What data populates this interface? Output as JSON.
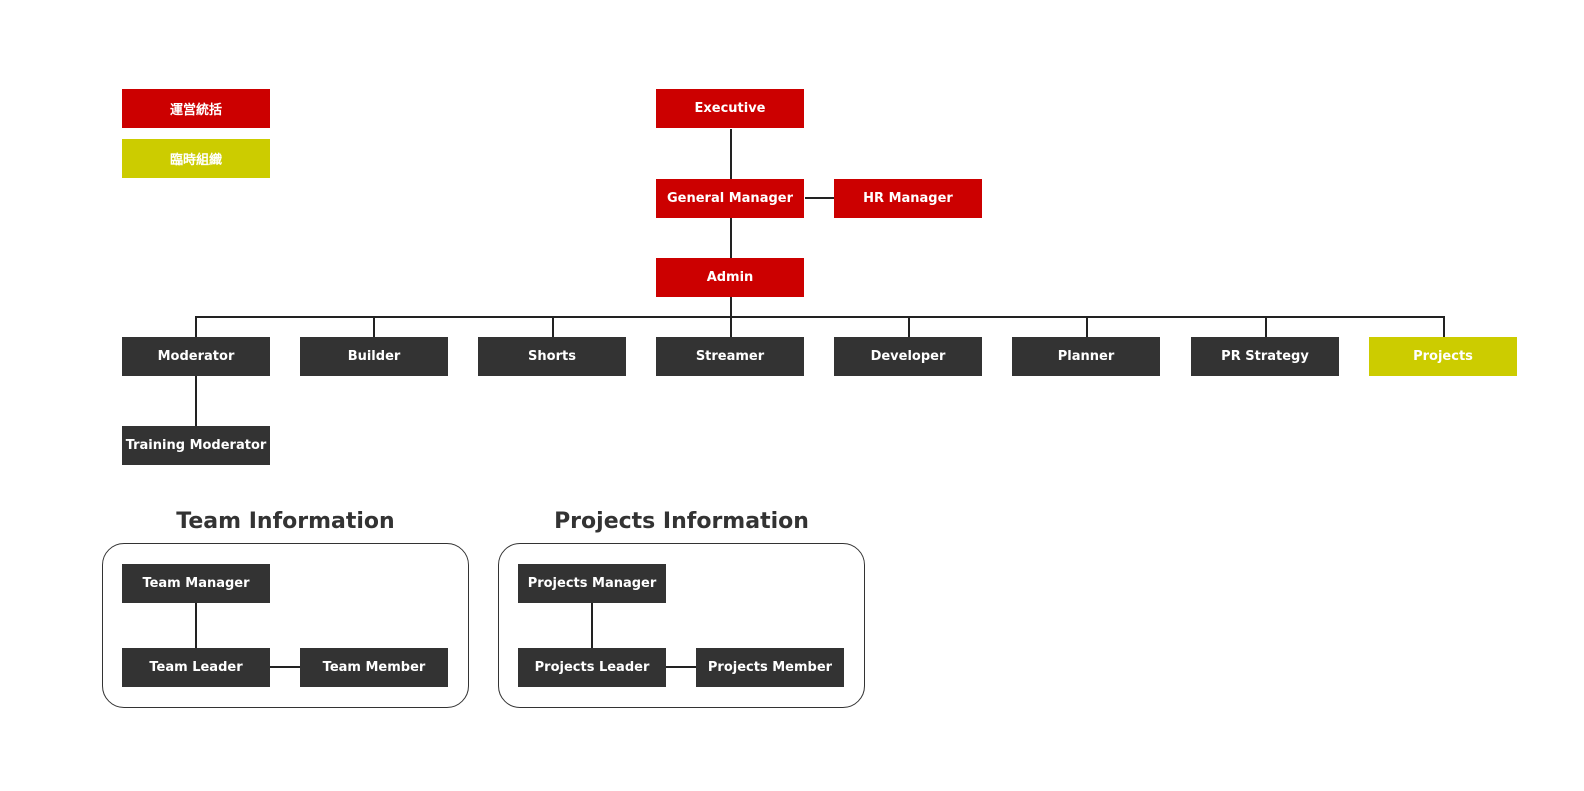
{
  "colors": {
    "management": "#cc0000",
    "temporary": "#cccc00",
    "team": "#333333",
    "line": "#222222"
  },
  "legend": {
    "management": "運営統括",
    "temporary": "臨時組織"
  },
  "org": {
    "executive": "Executive",
    "general_manager": "General Manager",
    "hr_manager": "HR Manager",
    "admin": "Admin",
    "departments": {
      "moderator": "Moderator",
      "builder": "Builder",
      "shorts": "Shorts",
      "streamer": "Streamer",
      "developer": "Developer",
      "planner": "Planner",
      "pr_strategy": "PR Strategy",
      "projects": "Projects"
    },
    "training_moderator": "Training Moderator"
  },
  "team_info": {
    "title": "Team Information",
    "manager": "Team Manager",
    "leader": "Team Leader",
    "member": "Team Member"
  },
  "projects_info": {
    "title": "Projects Information",
    "manager": "Projects Manager",
    "leader": "Projects Leader",
    "member": "Projects Member"
  }
}
